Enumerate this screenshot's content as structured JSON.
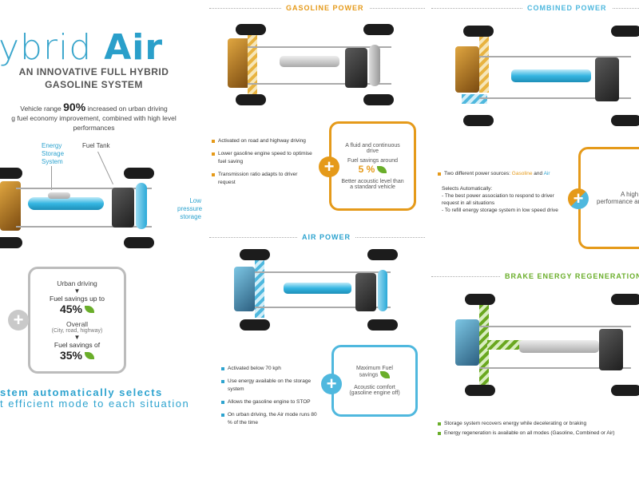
{
  "left": {
    "title_light": "ybrid",
    "title_bold": "Air",
    "subtitle_line1": "AN INNOVATIVE FULL HYBRID",
    "subtitle_line2": "GASOLINE SYSTEM",
    "intro_line1_prefix": "Vehicle range",
    "intro_line1_value": "90%",
    "intro_line1_suffix": "increased on urban driving",
    "intro_line2": "g fuel economy improvement, combined with high level performances",
    "label_energy_storage": "Energy Storage System",
    "label_fuel_tank": "Fuel Tank",
    "label_low_pressure": "Low pressure storage",
    "box_urban": "Urban driving",
    "box_savings_up_to": "Fuel savings up to",
    "box_urban_value": "45%",
    "box_overall": "Overall",
    "box_overall_detail": "(City, road, highway)",
    "box_savings_of": "Fuel savings of",
    "box_overall_value": "35%",
    "tagline_1": "stem automatically selects",
    "tagline_2": "t efficient mode to each situation"
  },
  "gasoline": {
    "title": "GASOLINE POWER",
    "bullets": [
      "Activated on road and highway driving",
      "Lower gasoline engine speed to optimise fuel saving",
      "Transmission ratio adapts to driver request"
    ],
    "box_line1": "A fluid and continuous drive",
    "box_line2": "Fuel savings around",
    "box_value": "5 %",
    "box_line3": "Better acoustic level than a standard vehicle"
  },
  "combined": {
    "title": "COMBINED POWER",
    "bullet_prefix": "Two different power sources:",
    "bullet_gasoline": "Gasoline",
    "bullet_and": "and",
    "bullet_air": "Air",
    "selects": "Selects Automatically:",
    "line1": "- The best power association to respond to driver request in all situations",
    "line2": "- To refill energy storage system in low speed drive",
    "box_line1": "A high",
    "box_line2": "performance and"
  },
  "air": {
    "title": "AIR POWER",
    "bullets": [
      "Activated below 70 kph",
      "Use energy available on the storage system",
      "Allows the gasoline engine to STOP",
      "On urban driving, the Air mode runs 80 % of the time"
    ],
    "box_line1": "Maximum Fuel savings",
    "box_line2": "Acoustic comfort (gasoline engine off)"
  },
  "brake": {
    "title": "BRAKE ENERGY REGENERATION",
    "bullet1": "Storage system recovers energy while decelerating or braking",
    "bullet2": "Energy regeneration is available on all modes (Gasoline, Combined or Air)"
  },
  "colors": {
    "accent_blue": "#2da3cf",
    "accent_orange": "#e59a1a",
    "accent_green": "#6aae2a",
    "accent_teal": "#4fb8de"
  },
  "icons": [
    "plus-icon",
    "leaf-icon",
    "down-arrow-icon"
  ]
}
